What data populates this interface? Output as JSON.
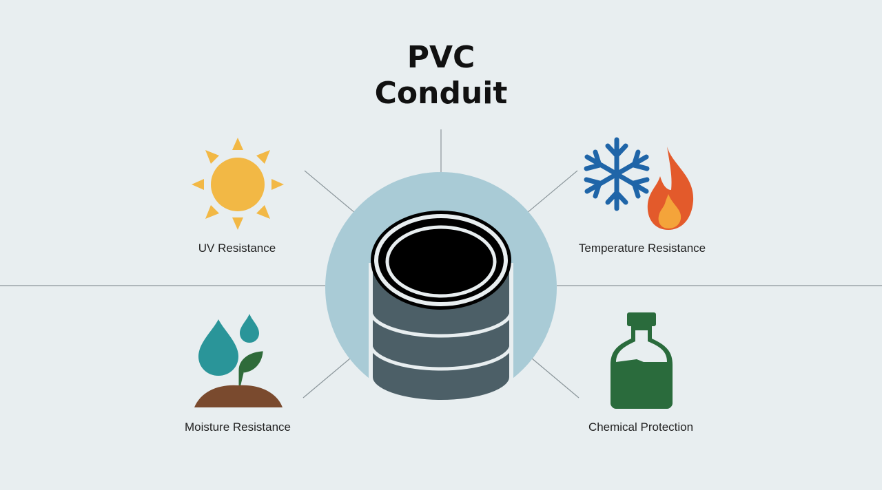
{
  "title": {
    "line1": "PVC",
    "line2": "Conduit"
  },
  "features": {
    "uv": {
      "label": "UV Resistance",
      "icon": "sun-icon"
    },
    "temperature": {
      "label": "Temperature Resistance",
      "icons": [
        "snowflake-icon",
        "flame-icon"
      ]
    },
    "moisture": {
      "label": "Moisture Resistance",
      "icon": "water-drops-sprout-icon"
    },
    "chemical": {
      "label": "Chemical Protection",
      "icon": "bottle-icon"
    }
  },
  "colors": {
    "background": "#e8eef0",
    "hub_circle": "#a9cbd6",
    "pipe_body": "#4c5f67",
    "sun": "#f2b845",
    "snowflake": "#1f65a8",
    "flame_outer": "#e35a2b",
    "flame_inner": "#f4a43a",
    "water": "#2a9599",
    "leaf": "#2f6b3a",
    "soil": "#7a4a2e",
    "bottle": "#2a6b3c"
  }
}
